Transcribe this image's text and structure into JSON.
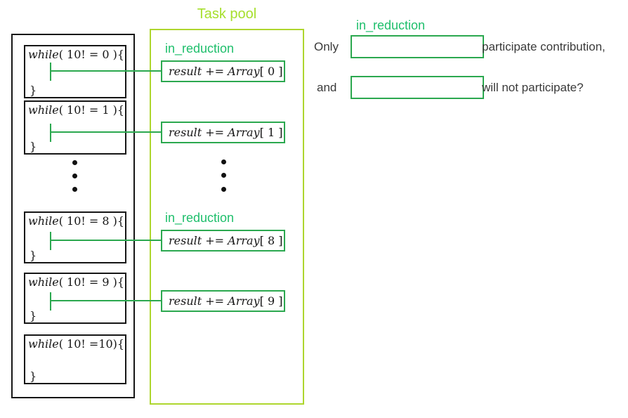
{
  "colors": {
    "task_pool_yellow_green": "#AED62E",
    "in_reduction_green": "#1FBF6C",
    "task_border_green": "#2BA84F",
    "line_black": "#161616"
  },
  "left_column": {
    "boxes": [
      {
        "kw": "while",
        "cond": "( 10! = 0 ){",
        "brace": "}"
      },
      {
        "kw": "while",
        "cond": "( 10! = 1 ){",
        "brace": "}"
      },
      {
        "kw": "while",
        "cond": "( 10! = 8 ){",
        "brace": "}"
      },
      {
        "kw": "while",
        "cond": "( 10! = 9 ){",
        "brace": "}"
      },
      {
        "kw": "while",
        "cond": "( 10! =10){",
        "brace": "}"
      }
    ]
  },
  "task_pool": {
    "title": "Task pool",
    "label_top": "in_reduction",
    "label_mid": "in_reduction",
    "tasks": [
      {
        "lhs": "result",
        "op": " += ",
        "arr": "Array",
        "idx": "[ 0 ]"
      },
      {
        "lhs": "result",
        "op": " += ",
        "arr": "Array",
        "idx": "[ 1 ]"
      },
      {
        "lhs": "result",
        "op": " += ",
        "arr": "Array",
        "idx": "[ 8 ]"
      },
      {
        "lhs": "result",
        "op": " += ",
        "arr": "Array",
        "idx": "[ 9 ]"
      }
    ]
  },
  "question": {
    "label": "in_reduction",
    "prefix1": "Only",
    "suffix1": "participate contribution,",
    "prefix2": "and",
    "suffix2": "will not participate?"
  }
}
